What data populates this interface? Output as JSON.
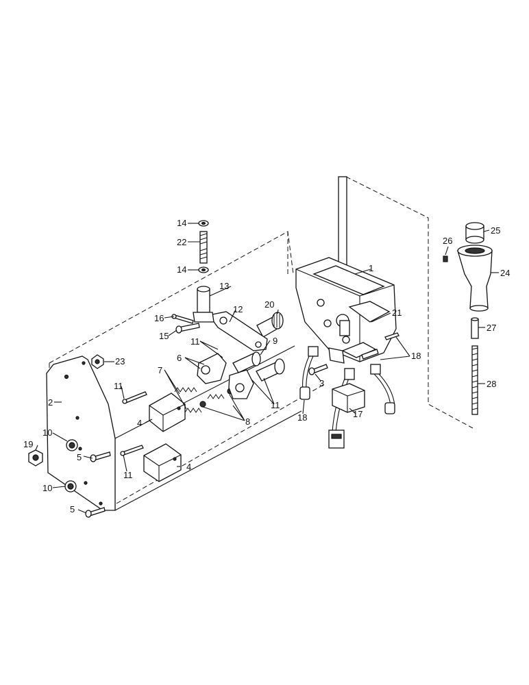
{
  "callouts": {
    "c1": "1",
    "c2": "2",
    "c3": "3",
    "c4a": "4",
    "c4b": "4",
    "c5a": "5",
    "c5b": "5",
    "c6": "6",
    "c7": "7",
    "c8": "8",
    "c9": "9",
    "c10a": "10",
    "c10b": "10",
    "c11a": "11",
    "c11b": "11",
    "c11c": "11",
    "c11d": "11",
    "c12": "12",
    "c13": "13",
    "c14a": "14",
    "c14b": "14",
    "c15": "15",
    "c16": "16",
    "c17": "17",
    "c18a": "18",
    "c18b": "18",
    "c19": "19",
    "c20": "20",
    "c21": "21",
    "c22": "22",
    "c23": "23",
    "c24": "24",
    "c25": "25",
    "c26": "26",
    "c27": "27",
    "c28": "28"
  }
}
